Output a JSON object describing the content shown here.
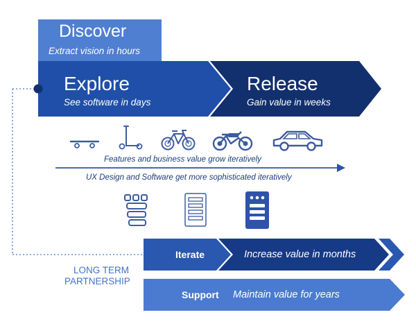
{
  "colors": {
    "discover": "#4f7fd1",
    "explore": "#1f4fa8",
    "release": "#12306e",
    "iterate": "#2a58b0",
    "iterate_value": "#163a86",
    "support": "#4a7bd0",
    "axis": "#2c55a8",
    "icon": "#3c5ba0",
    "caption": "#4472c4",
    "dotted": "#6a8fd3"
  },
  "discover": {
    "title": "Discover",
    "subtitle": "Extract vision in hours"
  },
  "explore": {
    "title": "Explore",
    "subtitle": "See software in days"
  },
  "release": {
    "title": "Release",
    "subtitle": "Gain value in weeks"
  },
  "vehicles": {
    "icons": [
      "skateboard-icon",
      "scooter-icon",
      "bicycle-icon",
      "motorcycle-icon",
      "car-icon"
    ],
    "line_top": "Features and business value grow iteratively",
    "line_bottom": "UX Design and Software get more sophisticated iteratively"
  },
  "ux_icons": [
    "sketch-wireframe-icon",
    "low-fidelity-wireframe-icon",
    "high-fidelity-app-icon"
  ],
  "partnership": {
    "line1": "LONG TERM",
    "line2": "PARTNERSHIP"
  },
  "iterate": {
    "label": "Iterate",
    "value": "Increase value in months"
  },
  "support": {
    "label": "Support",
    "value": "Maintain value for years"
  }
}
